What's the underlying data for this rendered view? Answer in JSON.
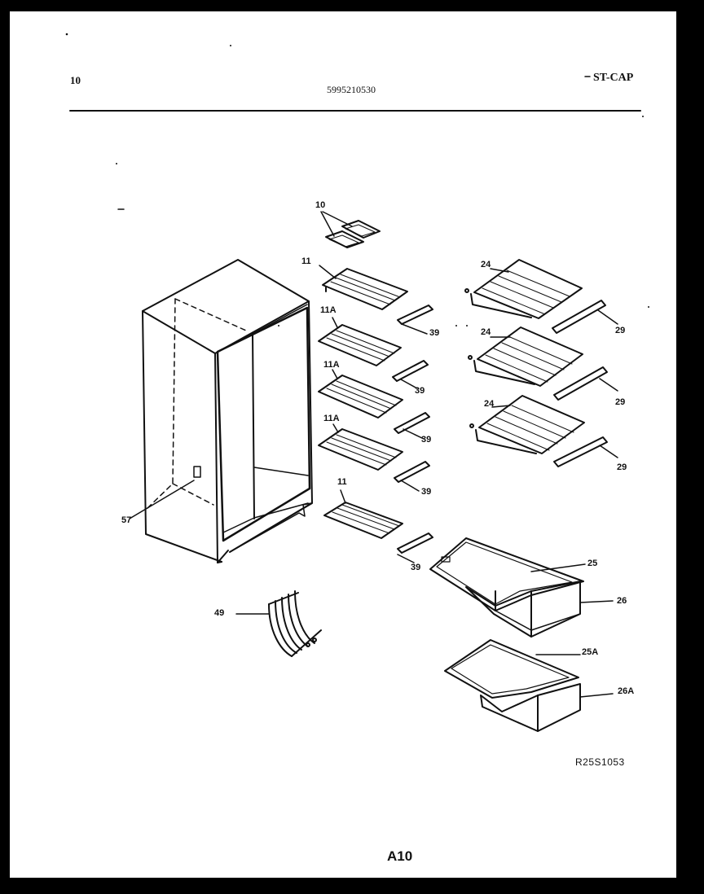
{
  "header": {
    "page_number": "10",
    "part_number": "5995210530",
    "model_code": "ST-CAP"
  },
  "callouts": {
    "c10": "10",
    "c11_top": "11",
    "c11a_1": "11A",
    "c11a_2": "11A",
    "c11a_3": "11A",
    "c11_bottom": "11",
    "c39_1": "39",
    "c39_2": "39",
    "c39_3": "39",
    "c39_4": "39",
    "c39_5": "39",
    "c24_1": "24",
    "c24_2": "24",
    "c24_3": "24",
    "c29_1": "29",
    "c29_2": "29",
    "c29_3": "29",
    "c25": "25",
    "c26": "26",
    "c25a": "25A",
    "c26a": "26A",
    "c49": "49",
    "c57": "57"
  },
  "footer": {
    "drawing_code": "R25S1053",
    "page_label": "A10"
  }
}
